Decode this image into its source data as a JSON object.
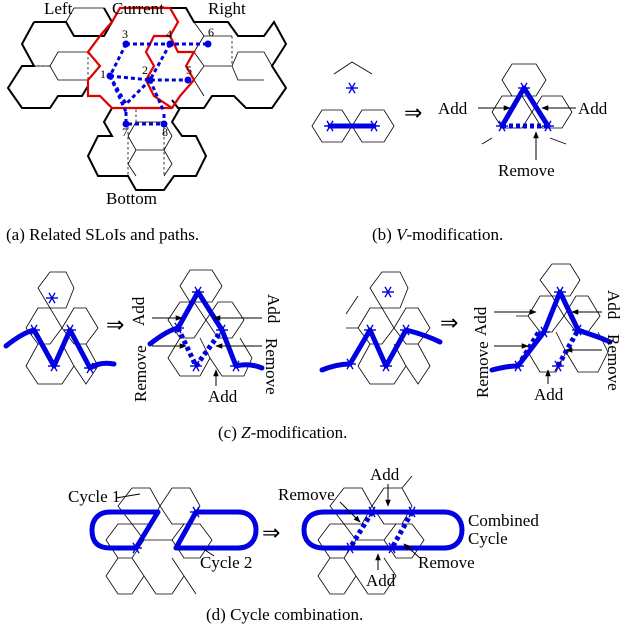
{
  "panel_a": {
    "caption": "(a)  Related SLoIs and paths.",
    "labels": {
      "left": "Left",
      "current": "Current",
      "right": "Right",
      "bottom": "Bottom"
    },
    "nodes": [
      "1",
      "2",
      "3",
      "4",
      "5",
      "6",
      "7",
      "8"
    ]
  },
  "panel_b": {
    "caption_prefix": "(b)  ",
    "caption_italic": "V",
    "caption_suffix": "-modification.",
    "labels": {
      "add_left": "Add",
      "add_right": "Add",
      "remove": "Remove"
    }
  },
  "panel_c": {
    "caption_prefix": "(c)  ",
    "caption_italic": "Z",
    "caption_suffix": "-modification.",
    "labels": {
      "add": "Add",
      "remove": "Remove"
    }
  },
  "panel_d": {
    "caption": "(d)  Cycle combination.",
    "labels": {
      "cycle1": "Cycle 1",
      "cycle2": "Cycle 2",
      "add_top": "Add",
      "add_bottom": "Add",
      "remove_left": "Remove",
      "remove_right": "Remove",
      "combined_line1": "Combined",
      "combined_line2": "Cycle"
    }
  },
  "arrow_symbol": "⇒",
  "colors": {
    "path": "#0000e0",
    "current_region": "#e00000",
    "lines": "#000000"
  }
}
